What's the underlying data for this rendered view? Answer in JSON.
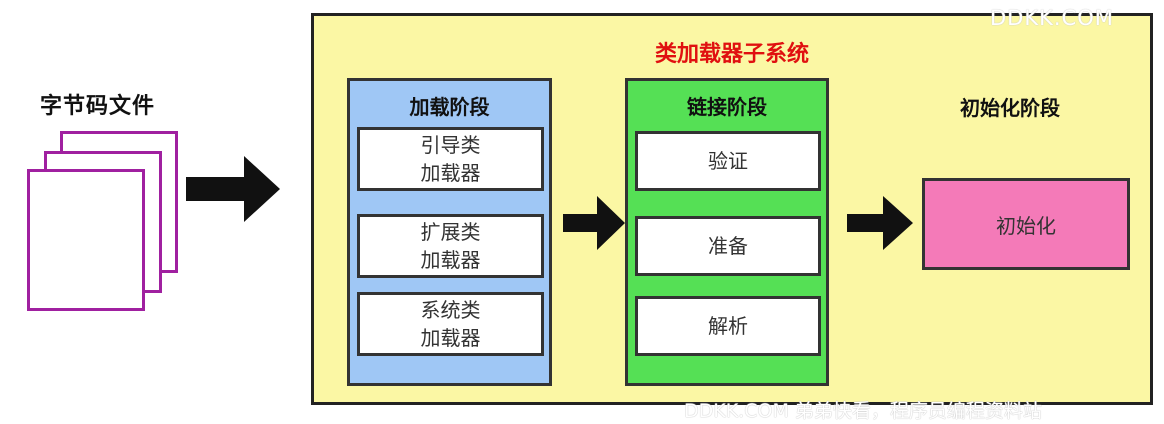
{
  "files": {
    "label": "字节码文件"
  },
  "subsystem": {
    "title": "类加载器子系统"
  },
  "loading_phase": {
    "title": "加载阶段",
    "items": [
      "引导类\n加载器",
      "扩展类\n加载器",
      "系统类\n加载器"
    ]
  },
  "linking_phase": {
    "title": "链接阶段",
    "items": [
      "验证",
      "准备",
      "解析"
    ]
  },
  "init_phase": {
    "title": "初始化阶段",
    "item": "初始化"
  },
  "watermark": {
    "top": "DDKK.COM",
    "bottom": "DDKK.COM 弟弟快看，程序员编程资料站"
  },
  "colors": {
    "loading_phase_bg": "#9fc7f5",
    "linking_phase_bg": "#55e055",
    "init_box_bg": "#f47ab8",
    "subsystem_bg": "#fbf7a4",
    "file_border": "#a020a0",
    "title_red": "#e01010"
  }
}
